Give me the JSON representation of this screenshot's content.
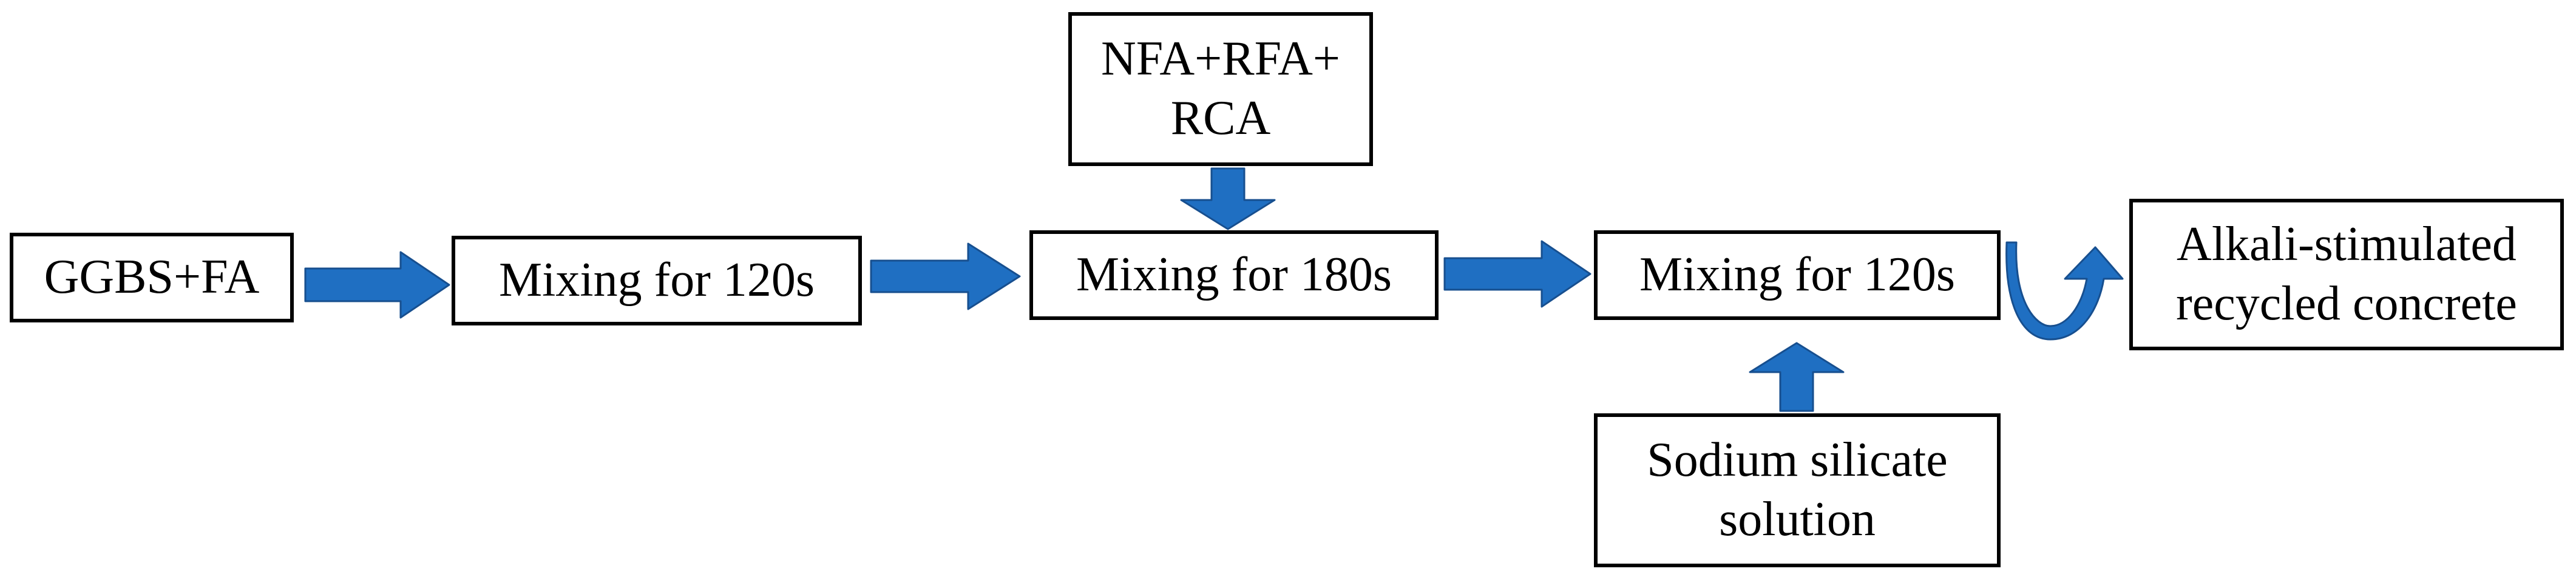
{
  "diagram": {
    "nodes": {
      "ggbs": {
        "label": "GGBS+FA"
      },
      "mix1": {
        "label": "Mixing for 120s"
      },
      "aggregates": {
        "label": "NFA+RFA+\nRCA"
      },
      "mix2": {
        "label": "Mixing for 180s"
      },
      "mix3": {
        "label": "Mixing for 120s"
      },
      "sodium": {
        "label": "Sodium silicate\nsolution"
      },
      "final": {
        "label": "Alkali-stimulated\nrecycled concrete"
      }
    },
    "edges": [
      {
        "from": "ggbs",
        "to": "mix1"
      },
      {
        "from": "mix1",
        "to": "mix2"
      },
      {
        "from": "aggregates",
        "to": "mix2"
      },
      {
        "from": "mix2",
        "to": "mix3"
      },
      {
        "from": "sodium",
        "to": "mix3"
      },
      {
        "from": "mix3",
        "to": "final"
      }
    ],
    "colors": {
      "arrow_fill": "#1f6fc2",
      "arrow_stroke": "#174f8f",
      "box_border": "#000000",
      "text": "#000000"
    }
  }
}
